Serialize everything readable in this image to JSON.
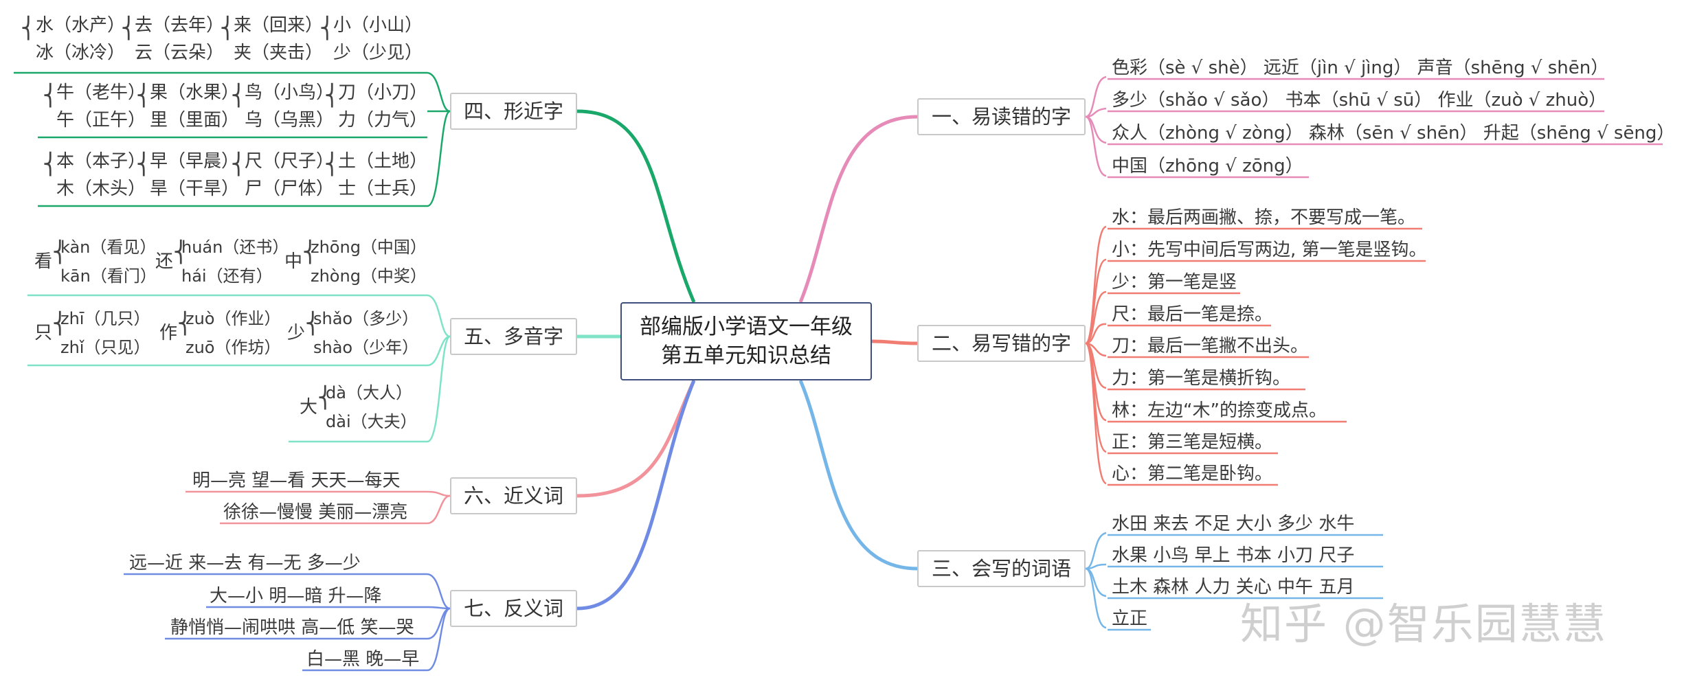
{
  "center": {
    "line1": "部编版小学语文一年级",
    "line2": "第五单元知识总结"
  },
  "branches": {
    "b1": {
      "title": "一、易读错的字",
      "items": [
        "色彩（sè √ shè） 远近（jìn √ jìng） 声音（shēng √ shēn）",
        "多少（shǎo √ sǎo） 书本（shū √ sū） 作业（zuò √ zhuò）",
        "众人（zhòng √ zòng） 森林（sēn √ shēn） 升起（shēng √ sēng）",
        "中国（zhōng √ zōng）"
      ]
    },
    "b2": {
      "title": "二、易写错的字",
      "items": [
        "水：最后两画撇、捺，不要写成一笔。",
        "小：先写中间后写两边, 第一笔是竖钩。",
        "少：第一笔是竖",
        "尺：最后一笔是捺。",
        "刀：最后一笔撇不出头。",
        "力：第一笔是横折钩。",
        "林：左边“木”的捺变成点。",
        "正：第三笔是短横。",
        "心：第二笔是卧钩。"
      ]
    },
    "b3": {
      "title": "三、会写的词语",
      "items": [
        "水田 来去 不足 大小 多少 水牛",
        "水果 小鸟 早上 书本 小刀 尺子",
        "土木 森林 人力 关心 中午 五月",
        "立正"
      ]
    },
    "b4": {
      "title": "四、形近字",
      "groups": [
        [
          [
            "水（水产）",
            "冰（冰冷）"
          ],
          [
            "去（去年）",
            "云（云朵）"
          ],
          [
            "来（回来）",
            "夹（夹击）"
          ],
          [
            "小（小山）",
            "少（少见）"
          ]
        ],
        [
          [
            "牛（老牛）",
            "午（正午）"
          ],
          [
            "果（水果）",
            "里（里面）"
          ],
          [
            "鸟（小鸟）",
            "乌（乌黑）"
          ],
          [
            "刀（小刀）",
            "力（力气）"
          ]
        ],
        [
          [
            "本（本子）",
            "木（木头）"
          ],
          [
            "早（早晨）",
            "旱（干旱）"
          ],
          [
            "尺（尺子）",
            "尸（尸体）"
          ],
          [
            "土（土地）",
            "士（士兵）"
          ]
        ]
      ]
    },
    "b5": {
      "title": "五、多音字",
      "groups": [
        [
          {
            "char": "看",
            "r": [
              "kàn（看见）",
              "kān（看门）"
            ]
          },
          {
            "char": "还",
            "r": [
              "huán（还书）",
              "hái（还有）"
            ]
          },
          {
            "char": "中",
            "r": [
              "zhōng（中国）",
              "zhòng（中奖）"
            ]
          }
        ],
        [
          {
            "char": "只",
            "r": [
              "zhī（几只）",
              "zhǐ（只见）"
            ]
          },
          {
            "char": "作",
            "r": [
              "zuò（作业）",
              "zuō（作坊）"
            ]
          },
          {
            "char": "少",
            "r": [
              "shǎo（多少）",
              "shào（少年）"
            ]
          }
        ],
        [
          {
            "char": "大",
            "r": [
              "dà（大人）",
              "dài（大夫）"
            ]
          }
        ]
      ]
    },
    "b6": {
      "title": "六、近义词",
      "items": [
        "明—亮  望—看  天天—每天",
        "徐徐—慢慢  美丽—漂亮"
      ]
    },
    "b7": {
      "title": "七、反义词",
      "items": [
        "远—近    来—去    有—无    多—少",
        "大—小    明—暗    升—降",
        "静悄悄—闹哄哄 高—低 笑—哭",
        "白—黑 晚—早"
      ]
    }
  },
  "colors": {
    "b1": "#e68ab7",
    "b2": "#f07c72",
    "b3": "#75b6e8",
    "b4": "#1aa86a",
    "b5": "#7fe3c7",
    "b6": "#f2929a",
    "b7": "#6f8be3"
  },
  "watermark": "知乎 @智乐园慧慧"
}
